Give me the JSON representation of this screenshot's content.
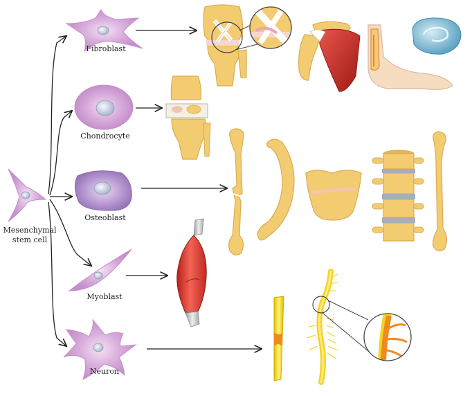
{
  "labels": {
    "source_cell_line1": "Mesenchymal",
    "source_cell_line2": "stem cell",
    "fibroblast": "Fibroblast",
    "chondrocyte": "Chondrocyte",
    "osteoblast": "Osteoblast",
    "myoblast": "Myoblast",
    "neuron": "Neuron"
  },
  "colors": {
    "bone": "#f3cc72",
    "bone_outline": "#d9ac4e",
    "cell_pink": "#cfa0d3",
    "cell_purple": "#a884c4",
    "nucleus": "#d7e1ef",
    "muscle": "#e0483a",
    "nerve": "#f2d522",
    "cartilage_pink": "#f2c4b6",
    "meniscus_blue": "#8cc6de",
    "arrow": "#222222"
  },
  "icons": {
    "knee_ligament": "knee-ligament-icon",
    "shoulder": "shoulder-muscle-icon",
    "foot": "foot-tendon-icon",
    "meniscus": "meniscus-icon",
    "knee_cartilage": "knee-cartilage-icon",
    "bone_fracture": "fractured-bone-icon",
    "rib": "curved-bone-icon",
    "bone_block": "bone-block-icon",
    "spine": "spine-vertebrae-icon",
    "long_bone": "long-bone-icon",
    "skeletal_muscle": "skeletal-muscle-icon",
    "nerve_segment": "nerve-segment-icon",
    "spinal_cord": "spinal-cord-icon"
  }
}
